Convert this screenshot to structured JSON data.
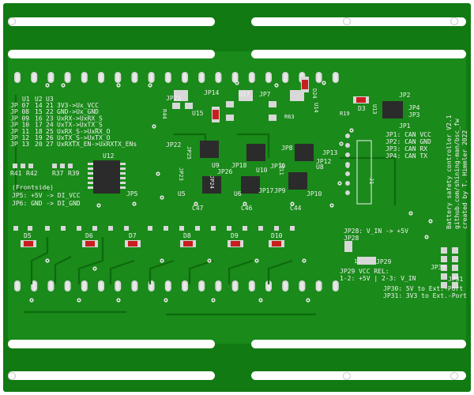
{
  "board": {
    "colors": {
      "substrate": "#127a12",
      "copper": "#1c9a1c",
      "trace": "#0d6a0d",
      "pad": "#d8d8d8",
      "silk": "#f2f2f2",
      "ic": "#2b2b2b",
      "slot": "#ffffff",
      "led_red": "#c81e1e"
    },
    "headers": {
      "cols": [
        "U1",
        "U2",
        "U3"
      ],
      "rows": [
        {
          "jp": "JP 07",
          "a": "14",
          "b": "21",
          "desc": "3V3->Ux_VCC"
        },
        {
          "jp": "JP 08",
          "a": "15",
          "b": "22",
          "desc": "GND->Ux_GND"
        },
        {
          "jp": "JP 09",
          "a": "16",
          "b": "23",
          "desc": "UxRX->UxRX_S"
        },
        {
          "jp": "JP 10",
          "a": "17",
          "b": "24",
          "desc": "UxTX->UxTX_S"
        },
        {
          "jp": "JP 11",
          "a": "18",
          "b": "25",
          "desc": "UxRX_S->UxRX_O"
        },
        {
          "jp": "JP 12",
          "a": "19",
          "b": "26",
          "desc": "UxTX_S->UxTX_O"
        },
        {
          "jp": "JP 13",
          "a": "20",
          "b": "27",
          "desc": "UxRXTX_EN->UxRXTX_ENs"
        }
      ]
    },
    "frontside": {
      "title": "(Frontside)",
      "line1": "JP5: +5V -> DI_VCC",
      "line2": "JP6: GND -> DI_GND"
    },
    "can_info": [
      "JP1: CAN VCC",
      "JP2: CAN GND",
      "JP3: CAN RX",
      "JP4: CAN TX"
    ],
    "vertical_text": [
      "Battery safety controller V2.1",
      "github.com/shining-man/bsc_fw",
      "created by T. Himmler 2022"
    ],
    "vin": {
      "label": "JP28: V_IN -> +5V",
      "jp28": "JP28",
      "jp29": "JP29"
    },
    "vcc_rel": {
      "title": "JP29 VCC REL:",
      "line": "1-2: +5V  |  2-3: V_IN",
      "n1": "1"
    },
    "ext_port": {
      "line1": "JP30: 5V to Ext.-Port",
      "line2": "JP31: 3V3 to Ext.-Port",
      "jp30": "JP30",
      "jp31": "JP31"
    },
    "refs": {
      "r41": "R41",
      "r42": "R42",
      "r37": "R37",
      "r39": "R39",
      "u12": "U12",
      "jp5": "JP5",
      "d5": "D5",
      "d6": "D6",
      "d7": "D7",
      "d8": "D8",
      "d9": "D9",
      "d10": "D10",
      "jp21": "JP21",
      "jp14": "JP14",
      "u17": "U17",
      "jp7": "JP7",
      "d24": "D24",
      "r44": "R44",
      "u15": "U15",
      "r63": "R63",
      "u14": "U14",
      "r19": "R19",
      "d3": "D3",
      "jp2": "JP2",
      "jp4": "JP4",
      "jp3": "JP3",
      "u13": "U13",
      "jp1": "JP1",
      "jp22": "JP22",
      "jp25": "JP25",
      "jp23": "JP23",
      "u9": "U9",
      "jp18": "JP18",
      "jp8": "JP8",
      "jp12": "JP12",
      "jp13": "JP13",
      "u8": "U8",
      "jp26": "JP26",
      "u10": "U10",
      "jp19": "JP19",
      "jp11": "JP11",
      "jp24": "JP24",
      "u6": "U6",
      "jp17": "JP17",
      "jp9": "JP9",
      "jp10": "JP10",
      "u5": "U5",
      "c47": "C47",
      "c46": "C46",
      "c44": "C44",
      "j1": "J1"
    }
  }
}
